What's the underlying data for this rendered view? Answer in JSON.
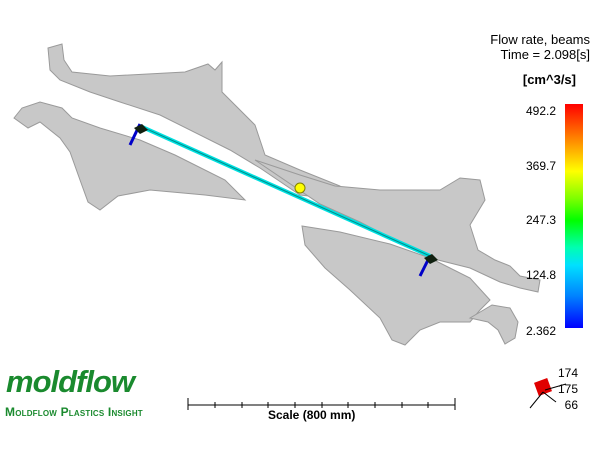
{
  "result": {
    "title": "Flow rate, beams",
    "time_label": "Time = 2.098[s]",
    "units": "[cm^3/s]"
  },
  "colorbar": {
    "max": "492.2",
    "t3": "369.7",
    "t2": "247.3",
    "t1": "124.8",
    "min": "2.362"
  },
  "branding": {
    "logo_text": "moldflow",
    "product_name": "Moldflow Plastics Insight"
  },
  "scale": {
    "label": "Scale (800 mm)"
  },
  "view_orientation": {
    "x": "174",
    "y": "175",
    "z": "66"
  },
  "colors": {
    "part": "#c8c8c8",
    "runner": "#00e0e0",
    "gate": "#0000c8",
    "injection_point": "#ffff00",
    "brand": "#1a8a2e"
  }
}
